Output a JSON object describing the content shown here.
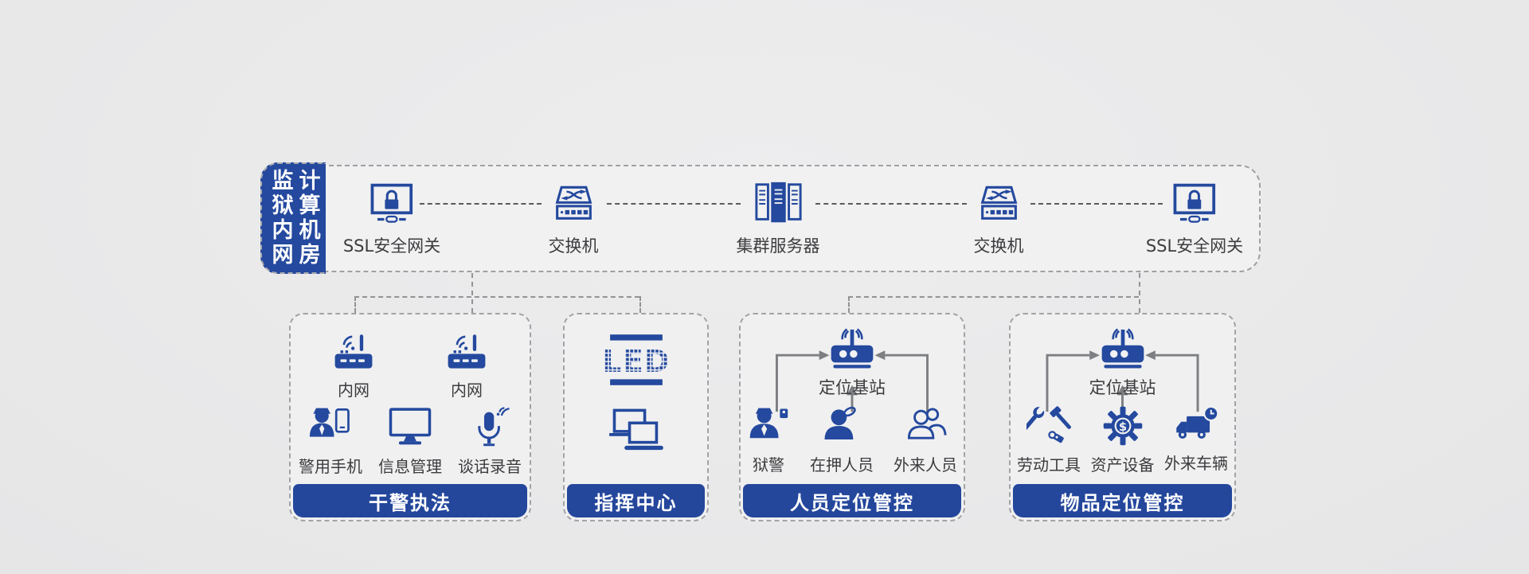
{
  "colors": {
    "accent": "#24499e",
    "footer_bar": "#24479c",
    "label_text": "#3c3c3e",
    "arrow": "#7d7f82",
    "panel_background": "#f0f0f1"
  },
  "room_tab": {
    "line1": "监狱内网",
    "line2": "计算机房"
  },
  "top_row": {
    "nodes": [
      {
        "icon": "ssl-gateway-icon",
        "label": "SSL安全网关"
      },
      {
        "icon": "network-switch-icon",
        "label": "交换机"
      },
      {
        "icon": "server-cluster-icon",
        "label": "集群服务器"
      },
      {
        "icon": "network-switch-icon",
        "label": "交换机"
      },
      {
        "icon": "ssl-gateway-icon",
        "label": "SSL安全网关"
      }
    ]
  },
  "panels": [
    {
      "title": "干警执法",
      "row1": [
        {
          "icon": "wireless-router-icon",
          "label": "内网"
        },
        {
          "icon": "wireless-router-icon",
          "label": "内网"
        }
      ],
      "row2": [
        {
          "icon": "police-officer-phone-icon",
          "label": "警用手机"
        },
        {
          "icon": "monitor-icon",
          "label": "信息管理"
        },
        {
          "icon": "microphone-icon",
          "label": "谈话录音"
        }
      ]
    },
    {
      "title": "指挥中心",
      "icons": [
        "led-screen-icon",
        "computers-icon"
      ]
    },
    {
      "title": "人员定位管控",
      "hub_icon": "base-station-icon",
      "hub_label": "定位基站",
      "items": [
        {
          "icon": "prison-guard-icon",
          "label": "狱警"
        },
        {
          "icon": "detainee-icon",
          "label": "在押人员"
        },
        {
          "icon": "visitor-group-icon",
          "label": "外来人员"
        }
      ]
    },
    {
      "title": "物品定位管控",
      "hub_icon": "base-station-icon",
      "hub_label": "定位基站",
      "items": [
        {
          "icon": "work-tools-icon",
          "label": "劳动工具"
        },
        {
          "icon": "asset-gear-icon",
          "label": "资产设备"
        },
        {
          "icon": "truck-icon",
          "label": "外来车辆"
        }
      ]
    }
  ]
}
